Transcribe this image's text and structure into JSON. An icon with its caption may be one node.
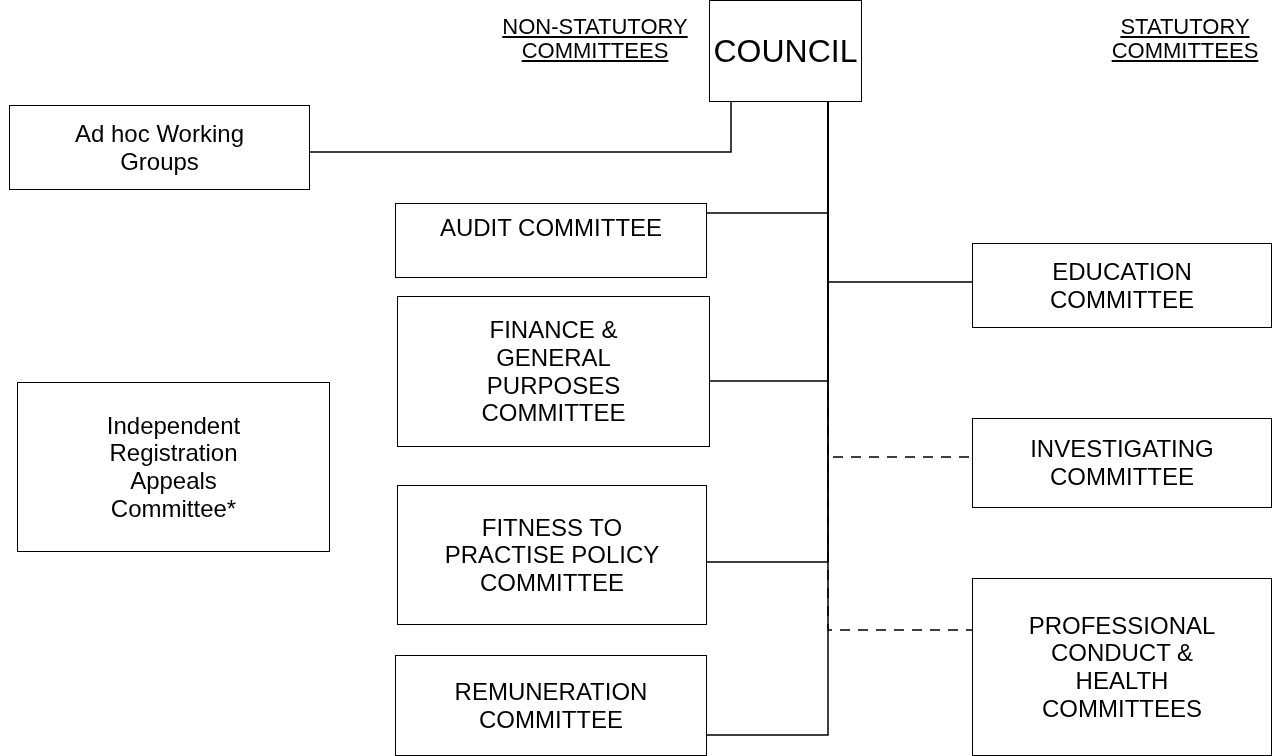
{
  "diagram": {
    "nodes": [
      {
        "text": [
          "COUNCIL"
        ]
      },
      {
        "text": [
          "Ad hoc Working Groups"
        ]
      },
      {
        "text": [
          "AUDIT COMMITTEE"
        ]
      },
      {
        "text": [
          "EDUCATION COMMITTEE"
        ]
      },
      {
        "text": [
          "FINANCE & GENERAL PURPOSES COMMITTEE"
        ]
      },
      {
        "text": [
          "INVESTIGATING COMMITTEE"
        ]
      },
      {
        "text": [
          "FITNESS TO PRACTISE POLICY COMMITTEE"
        ]
      },
      {
        "text": [
          "PROFESSIONAL CONDUCT & HEALTH COMMITTEES"
        ]
      },
      {
        "text": [
          "REMUNERATION COMMITTEE"
        ]
      },
      {
        "text": [
          "Independent Registration Appeals Committee*"
        ]
      }
    ],
    "edges": [
      {
        "from": 0,
        "to": 1,
        "arrow": "none"
      },
      {
        "from": 0,
        "to": 2,
        "arrow": "none"
      },
      {
        "from": 0,
        "to": 3,
        "arrow": "none"
      },
      {
        "from": 0,
        "to": 4,
        "arrow": "none"
      },
      {
        "from": 0,
        "to": 5,
        "arrow": "none",
        "style": "dashed"
      },
      {
        "from": 0,
        "to": 6,
        "arrow": "none"
      },
      {
        "from": 0,
        "to": 7,
        "arrow": "none",
        "style": "dashed"
      },
      {
        "from": 0,
        "to": 8,
        "arrow": "none"
      }
    ],
    "labels": [
      "NON-STATUTORY COMMITTEES",
      "STATUTORY COMMITTEES"
    ]
  }
}
